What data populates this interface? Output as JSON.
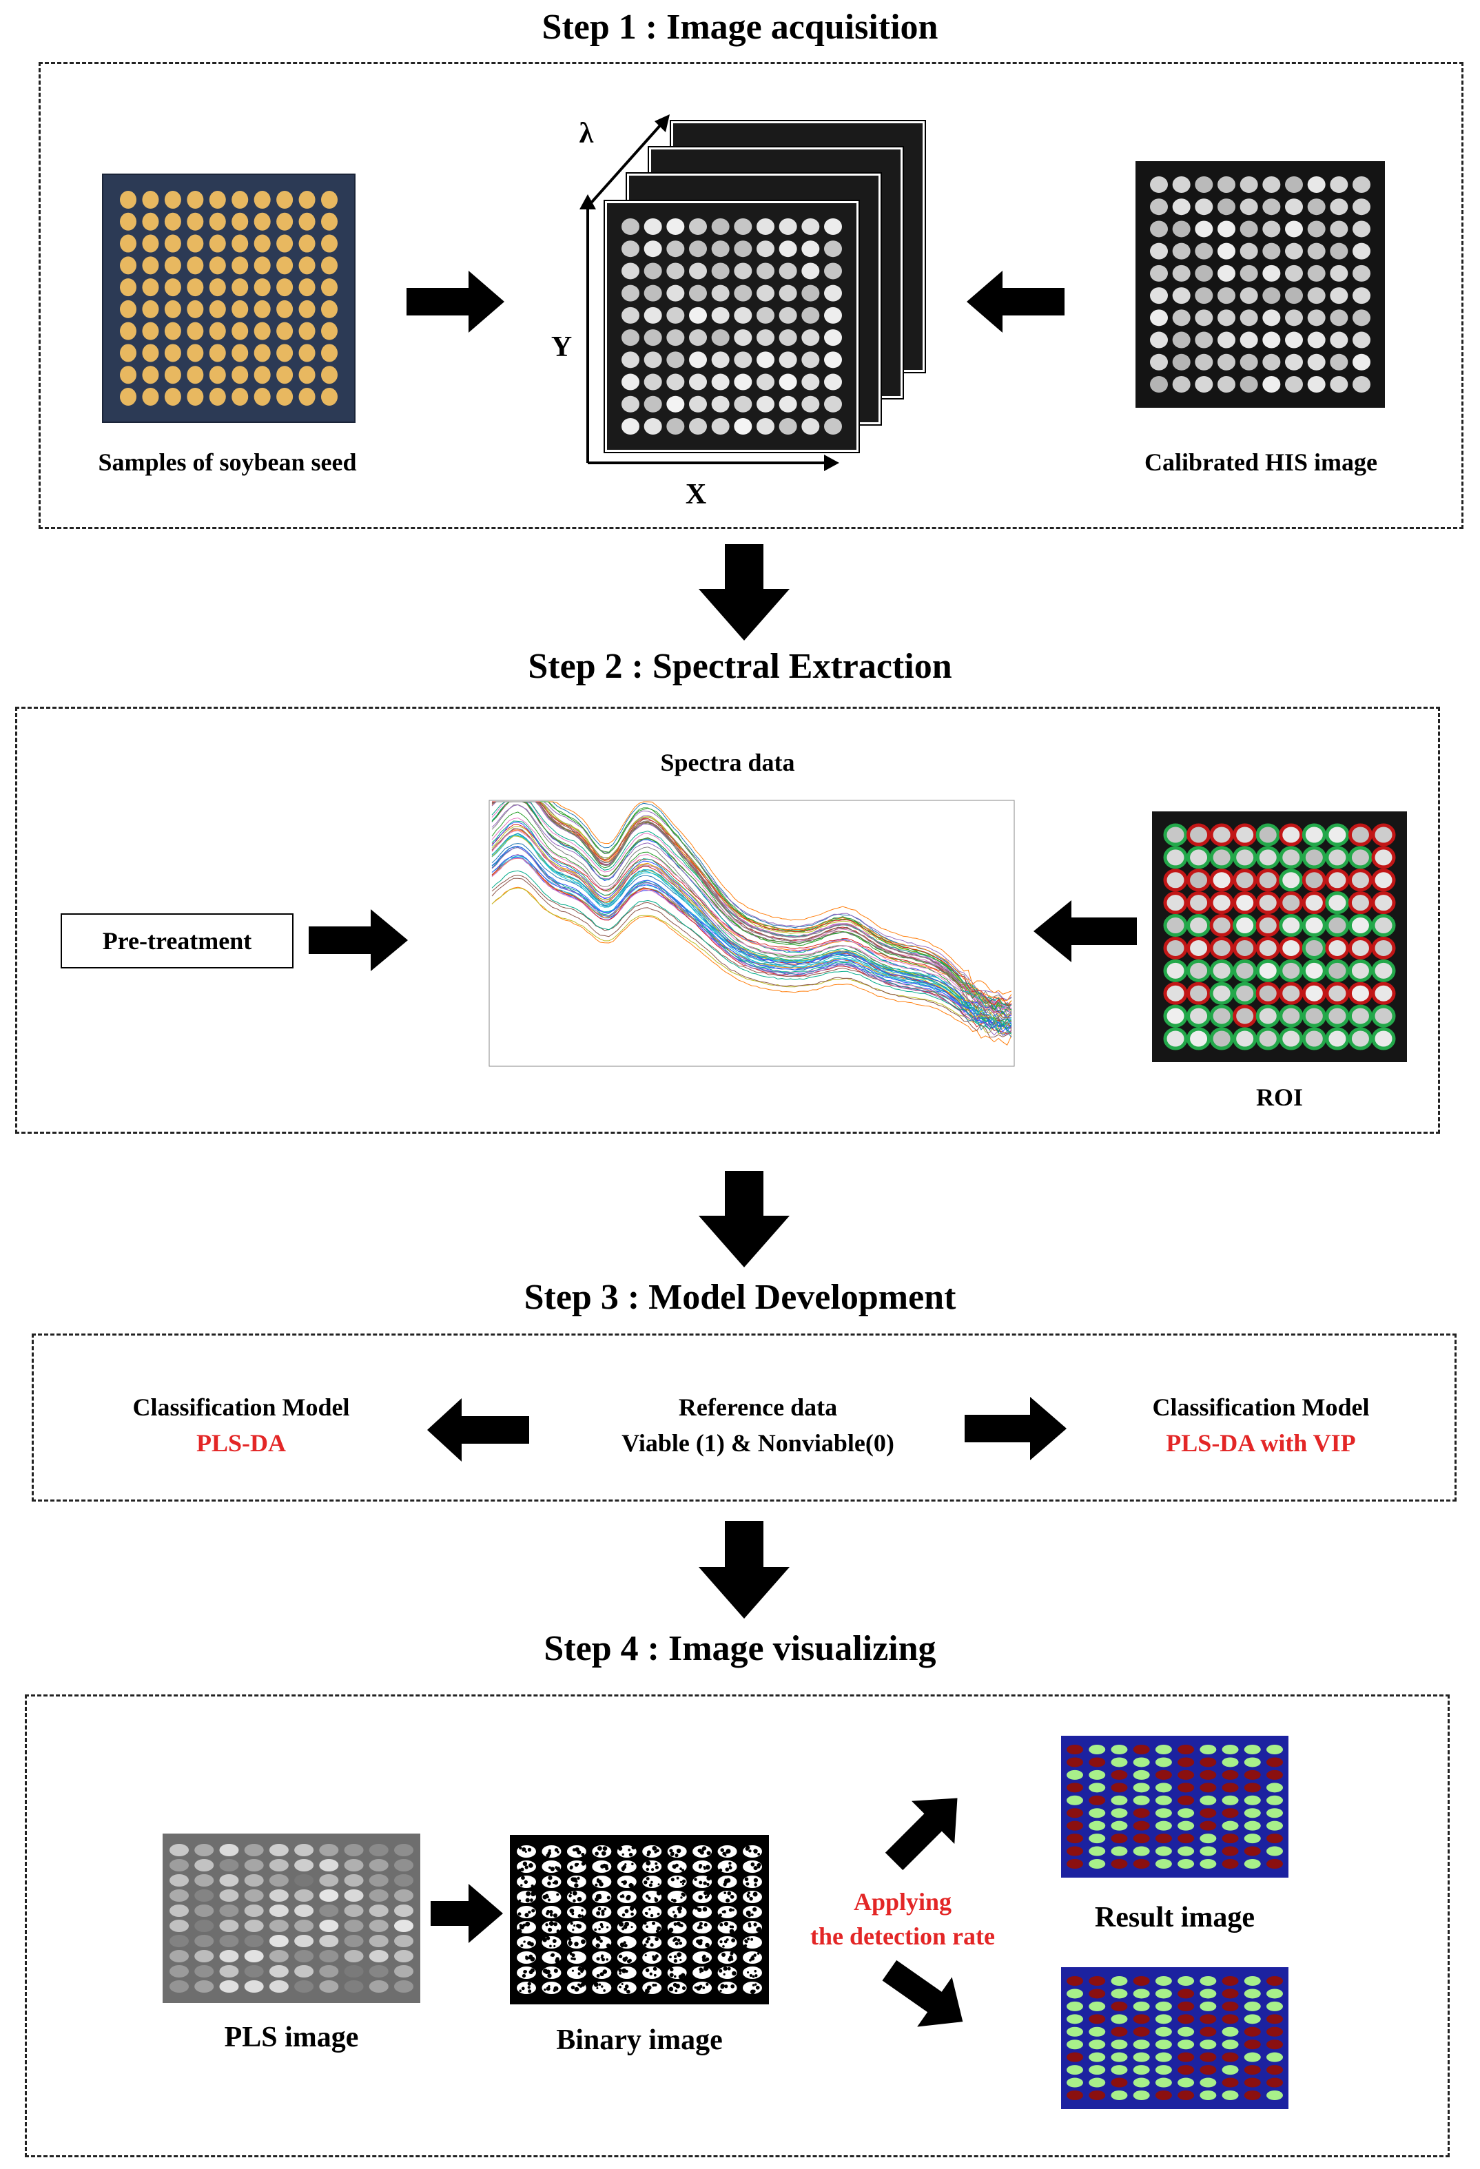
{
  "steps": {
    "step1": {
      "title": "Step 1 : Image acquisition",
      "samples_label": "Samples of soybean seed",
      "calibrated_label": "Calibrated HIS image",
      "axis_lambda": "λ",
      "axis_y": "Y",
      "axis_x": "X"
    },
    "step2": {
      "title": "Step 2 : Spectral Extraction",
      "spectra_label": "Spectra data",
      "pretreatment_label": "Pre-treatment",
      "roi_label": "ROI"
    },
    "step3": {
      "title": "Step 3 : Model Development",
      "left_model_label": "Classification Model",
      "left_model_name": "PLS-DA",
      "reference_label": "Reference data",
      "reference_detail": "Viable (1) & Nonviable(0)",
      "right_model_label": "Classification Model",
      "right_model_name": "PLS-DA with VIP"
    },
    "step4": {
      "title": "Step 4 : Image visualizing",
      "pls_label": "PLS image",
      "binary_label": "Binary image",
      "applying_line1": "Applying",
      "applying_line2": "the detection rate",
      "result_label": "Result image"
    }
  },
  "colors": {
    "accent_red": "#e32626",
    "seed_yellow": "#e8b860",
    "seed_board": "#2c3a55",
    "roi_red": "#c21616",
    "roi_green": "#23a84a",
    "result_bg": "#1c22a0",
    "result_green": "#a8f08a",
    "result_red": "#8b1010"
  },
  "icons": {
    "arrow": "arrow-icon"
  }
}
